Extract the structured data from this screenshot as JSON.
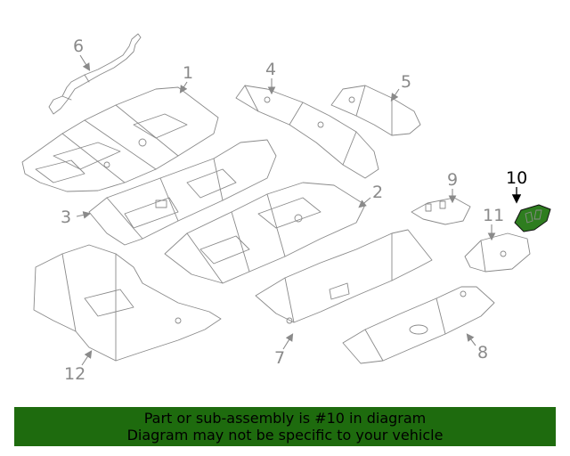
{
  "callouts": {
    "p1": "1",
    "p2": "2",
    "p3": "3",
    "p4": "4",
    "p5": "5",
    "p6": "6",
    "p7": "7",
    "p8": "8",
    "p9": "9",
    "p10": "10",
    "p11": "11",
    "p12": "12"
  },
  "highlight_color": "#2e7d1f",
  "banner": {
    "line1": "Part or sub-assembly is #10 in diagram",
    "line2": "Diagram may not be specific to your vehicle",
    "background": "#1e6b0e"
  }
}
